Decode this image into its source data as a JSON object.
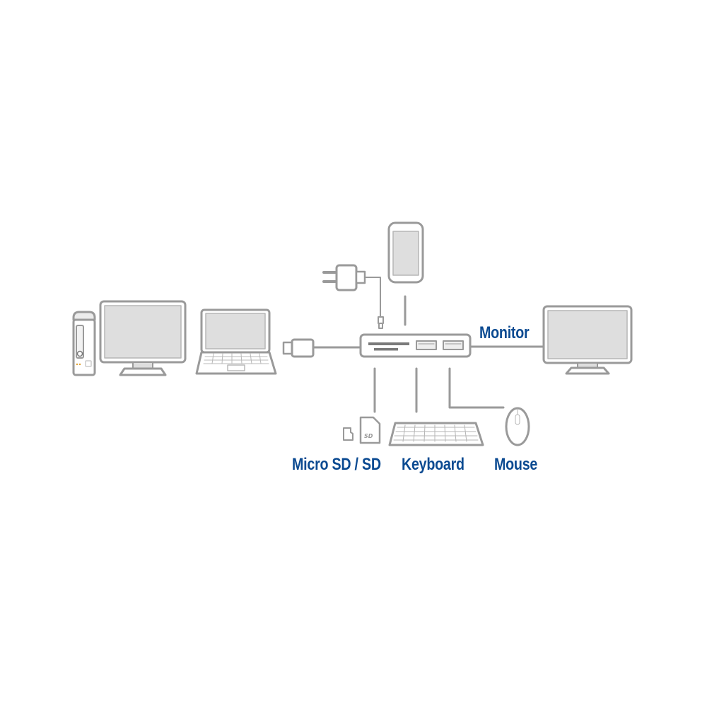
{
  "diagram": {
    "type": "usb-hub-connectivity",
    "colors": {
      "outline": "#9a9a9a",
      "screen_fill": "#dedede",
      "slot_fill": "#7a7a7a",
      "label_text": "#0b4a91",
      "background": "#ffffff"
    },
    "labels": {
      "monitor": "Monitor",
      "card_reader": "Micro SD / SD",
      "keyboard": "Keyboard",
      "mouse": "Mouse"
    },
    "sd_card_logo": "SD",
    "devices": [
      {
        "name": "Desktop tower PC",
        "icon": "desktop-tower-icon"
      },
      {
        "name": "Desktop monitor",
        "icon": "monitor-icon"
      },
      {
        "name": "Laptop",
        "icon": "laptop-icon"
      },
      {
        "name": "USB-C connector",
        "icon": "usb-c-plug-icon"
      },
      {
        "name": "Power adapter",
        "icon": "power-adapter-icon"
      },
      {
        "name": "Smartphone",
        "icon": "smartphone-icon"
      },
      {
        "name": "USB hub",
        "icon": "usb-hub-icon"
      },
      {
        "name": "External monitor",
        "icon": "monitor-icon"
      },
      {
        "name": "Micro SD card",
        "icon": "micro-sd-card-icon"
      },
      {
        "name": "SD card",
        "icon": "sd-card-icon"
      },
      {
        "name": "Keyboard",
        "icon": "keyboard-icon"
      },
      {
        "name": "Mouse",
        "icon": "mouse-icon"
      }
    ]
  }
}
